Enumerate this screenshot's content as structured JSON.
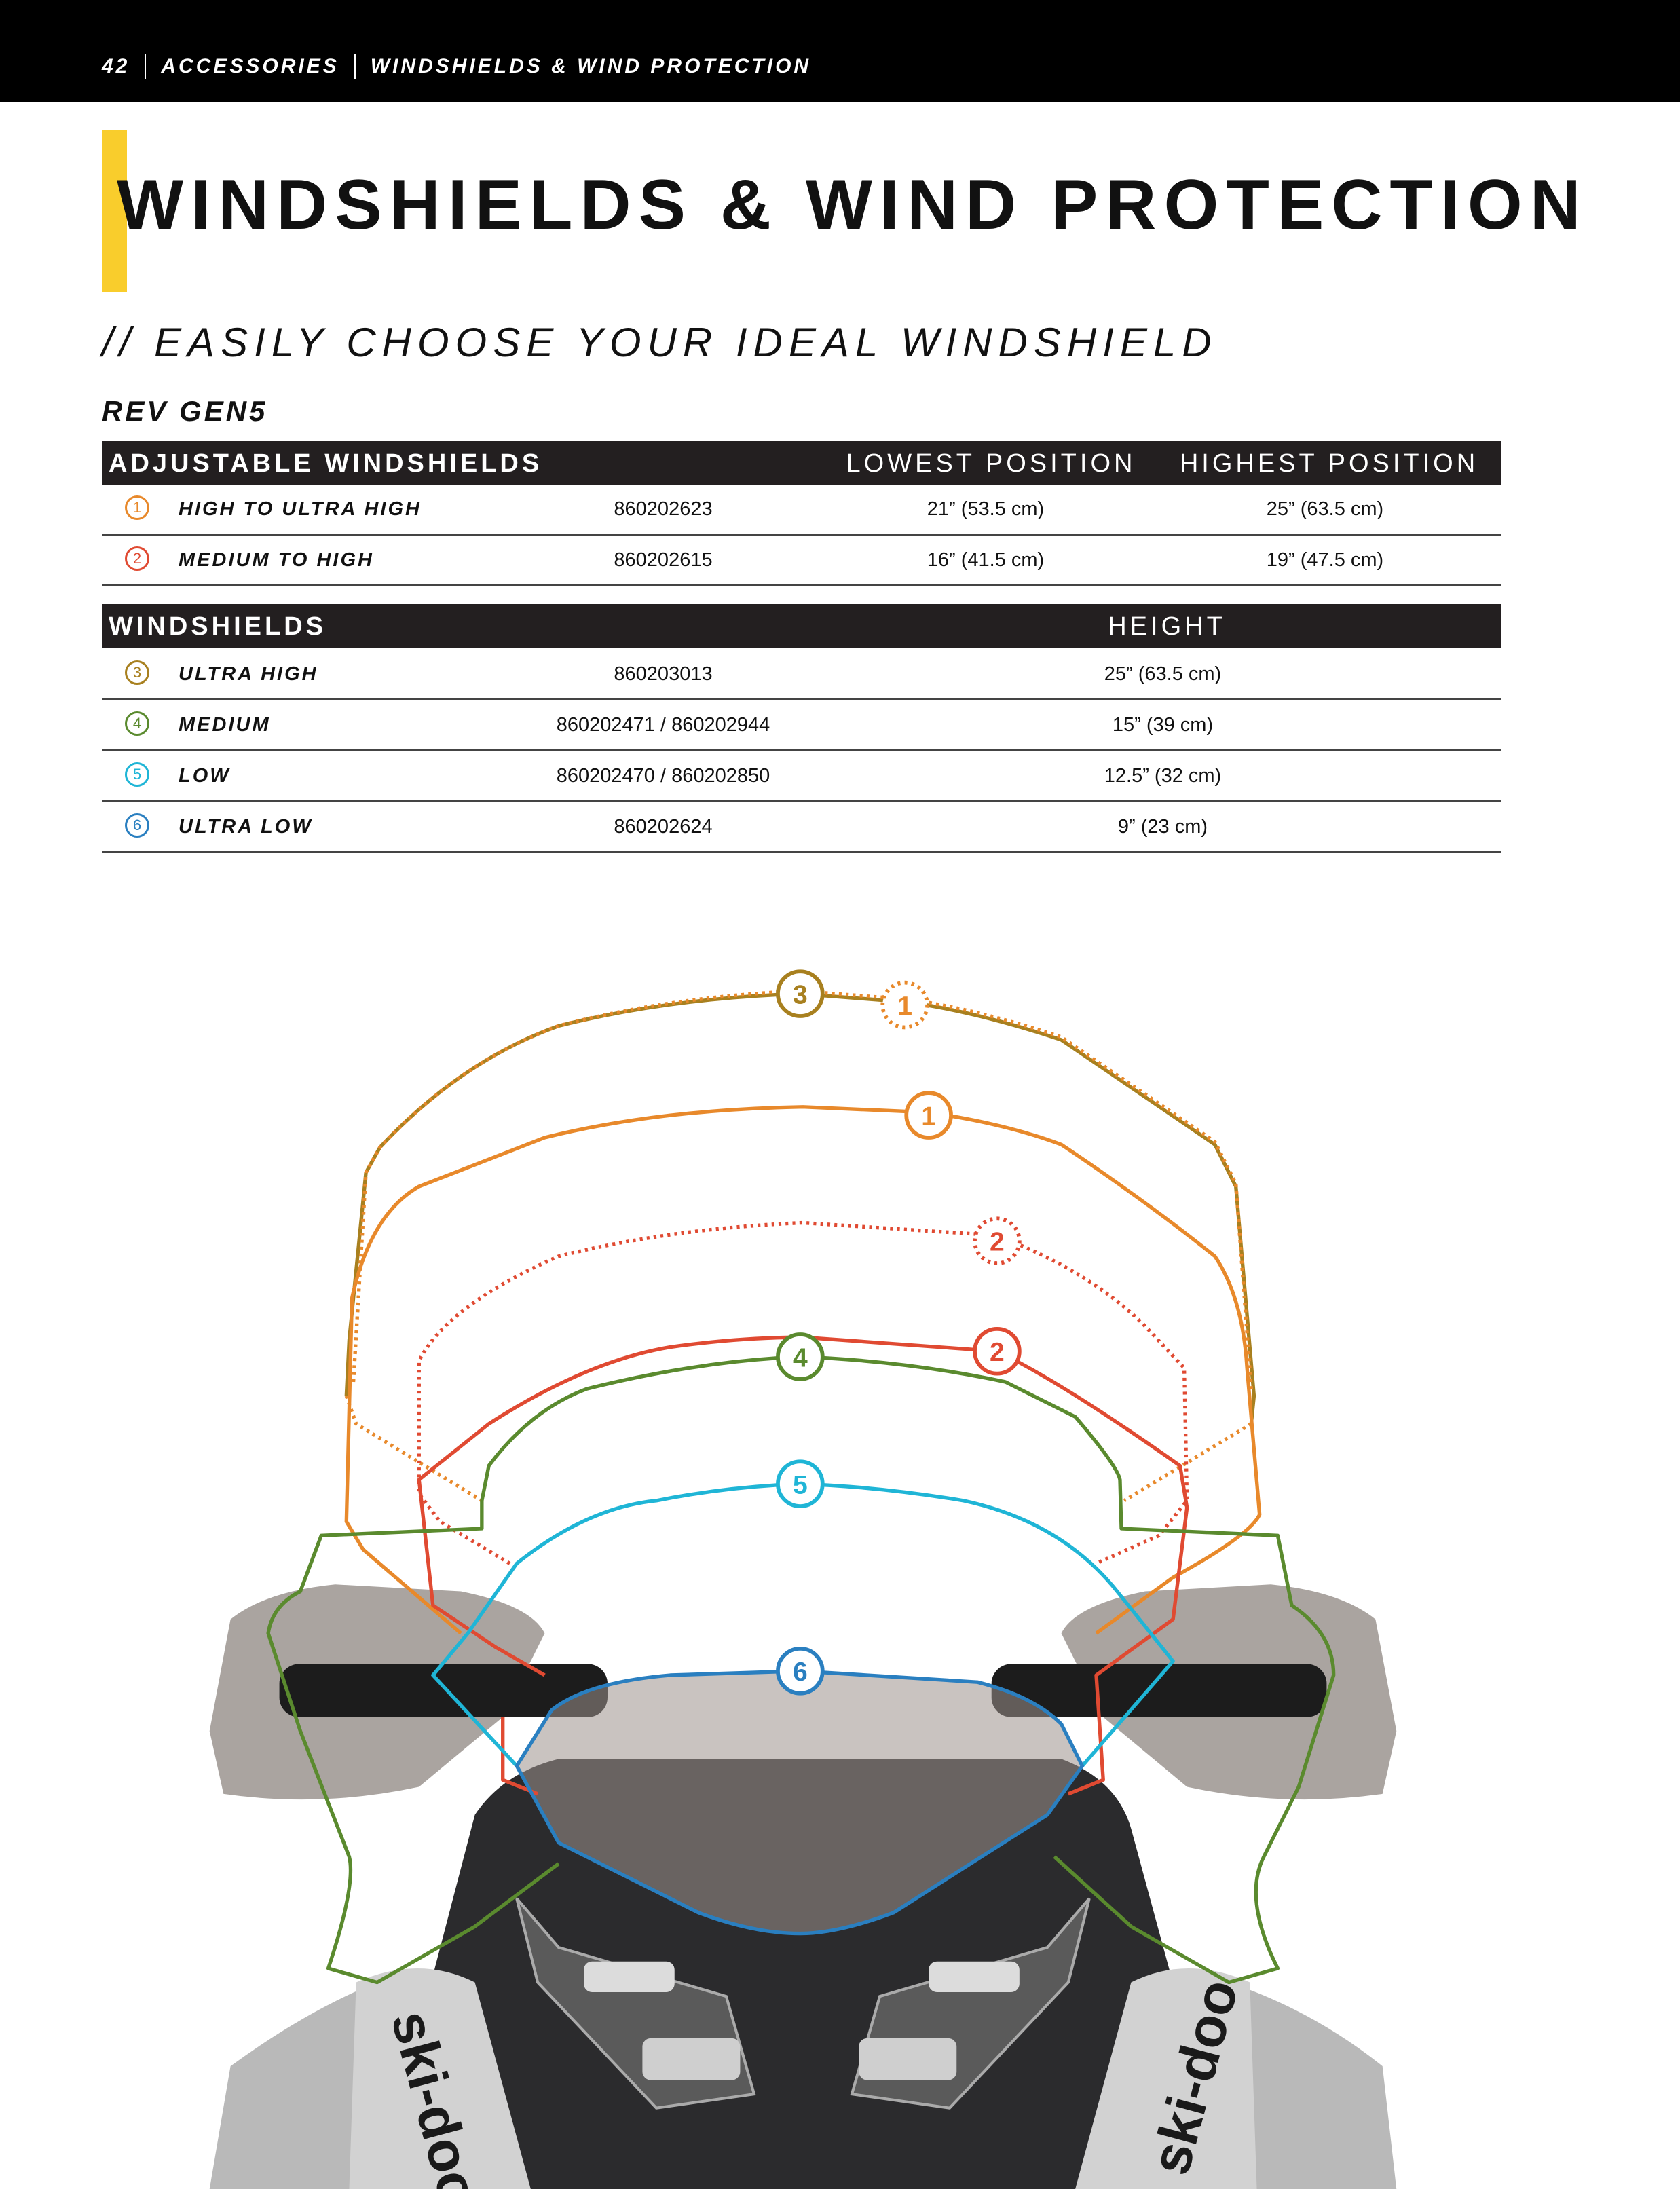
{
  "header": {
    "page_number": "42",
    "section": "ACCESSORIES",
    "subsection": "WINDSHIELDS & WIND PROTECTION"
  },
  "title": "WINDSHIELDS & WIND PROTECTION",
  "subtitle": "// EASILY CHOOSE YOUR IDEAL WINDSHIELD",
  "model": "REV GEN5",
  "adjustable": {
    "header": {
      "label": "ADJUSTABLE WINDSHIELDS",
      "lowest": "LOWEST POSITION",
      "highest": "HIGHEST POSITION"
    },
    "rows": [
      {
        "num": "1",
        "color": "#e8892b",
        "name": "HIGH TO ULTRA HIGH",
        "part": "860202623",
        "lowest": "21” (53.5 cm)",
        "highest": "25” (63.5 cm)"
      },
      {
        "num": "2",
        "color": "#e04a32",
        "name": "MEDIUM TO HIGH",
        "part": "860202615",
        "lowest": "16” (41.5 cm)",
        "highest": "19” (47.5 cm)"
      }
    ]
  },
  "fixed": {
    "header": {
      "label": "WINDSHIELDS",
      "height": "HEIGHT"
    },
    "rows": [
      {
        "num": "3",
        "color": "#a8801f",
        "name": "ULTRA HIGH",
        "part": "860203013",
        "height": "25” (63.5 cm)"
      },
      {
        "num": "4",
        "color": "#5a8a2e",
        "name": "MEDIUM",
        "part": "860202471 / 860202944",
        "height": "15” (39 cm)"
      },
      {
        "num": "5",
        "color": "#1fb5d6",
        "name": "LOW",
        "part": "860202470 / 860202850",
        "height": "12.5” (32 cm)"
      },
      {
        "num": "6",
        "color": "#2a7fc0",
        "name": "ULTRA LOW",
        "part": "860202624",
        "height": "9” (23 cm)"
      }
    ]
  },
  "diagram": {
    "markers": [
      {
        "num": "3",
        "style": "solid"
      },
      {
        "num": "1",
        "style": "dotted"
      },
      {
        "num": "1",
        "style": "solid"
      },
      {
        "num": "2",
        "style": "dotted"
      },
      {
        "num": "4",
        "style": "solid"
      },
      {
        "num": "2",
        "style": "solid"
      },
      {
        "num": "5",
        "style": "solid"
      },
      {
        "num": "6",
        "style": "solid"
      }
    ],
    "brand_logo": "ski-doo"
  }
}
